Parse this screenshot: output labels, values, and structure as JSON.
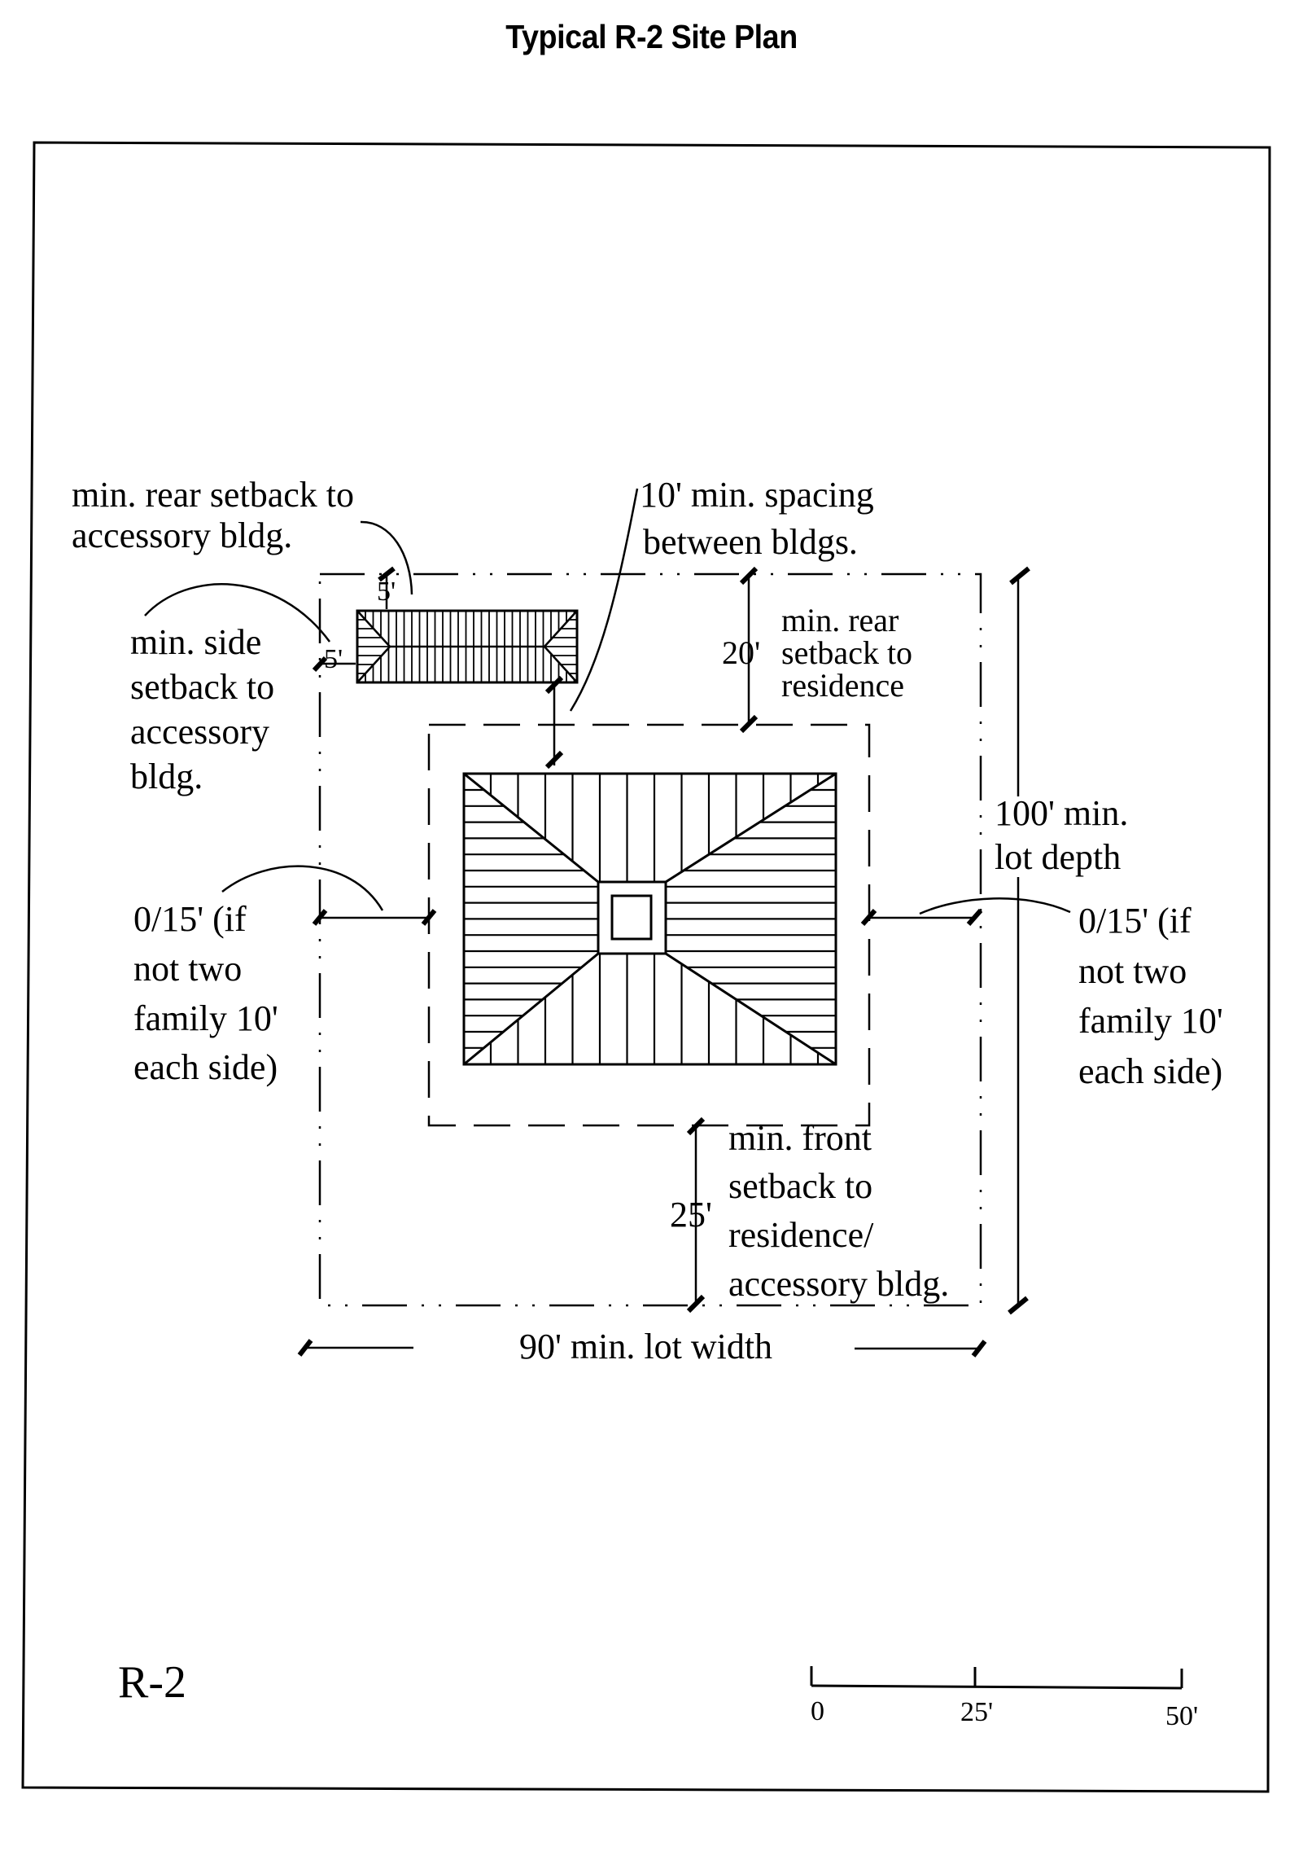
{
  "title": "Typical R-2 Site Plan",
  "district_label": "R-2",
  "colors": {
    "ink": "#000000",
    "paper": "#ffffff"
  },
  "annotations": {
    "rear_setback_accessory": [
      "min. rear setback to",
      "accessory bldg."
    ],
    "rear_setback_accessory_value": "5'",
    "side_setback_accessory": [
      "min. side",
      "setback to",
      "accessory",
      "bldg."
    ],
    "side_setback_accessory_value": "5'",
    "spacing_between_bldgs": [
      "10' min. spacing",
      "between bldgs."
    ],
    "rear_setback_residence": [
      "min. rear",
      "setback to",
      "residence"
    ],
    "rear_setback_residence_value": "20'",
    "lot_depth": [
      "100' min.",
      "lot depth"
    ],
    "side_setback_left": [
      "0/15' (if",
      "not two",
      "family 10'",
      "each side)"
    ],
    "side_setback_right": [
      "0/15' (if",
      "not two",
      "family 10'",
      "each side)"
    ],
    "front_setback": [
      "min. front",
      "setback to",
      "residence/",
      "accessory bldg."
    ],
    "front_setback_value": "25'",
    "lot_width": "90' min. lot width"
  },
  "scale_bar": {
    "ticks": [
      "0",
      "25'",
      "50'"
    ],
    "unit": "feet"
  }
}
